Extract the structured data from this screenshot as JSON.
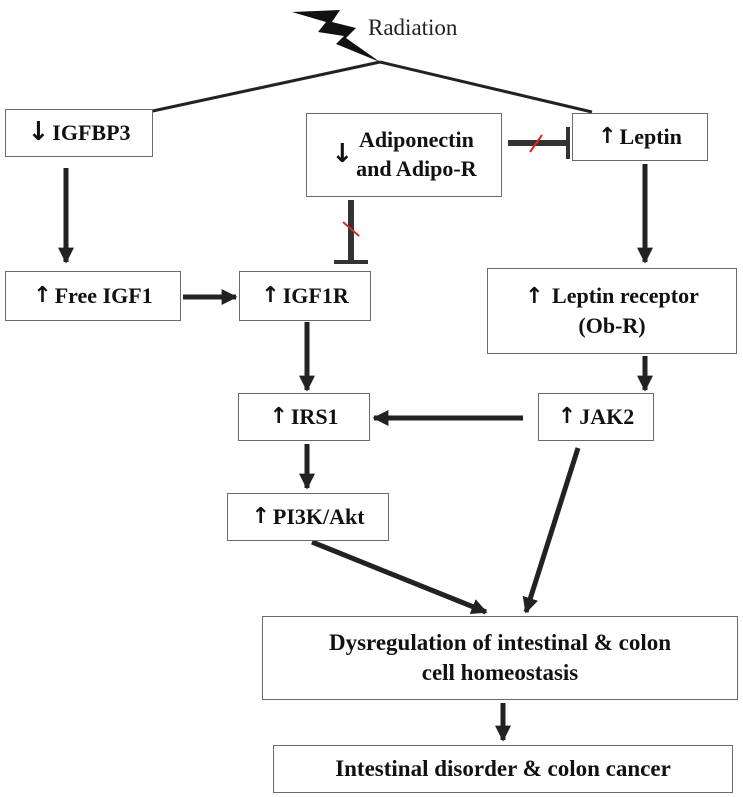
{
  "radiation": {
    "label": "Radiation",
    "icon": "lightning-bolt-icon"
  },
  "nodes": {
    "igfbp3": {
      "arrow": "↓",
      "text": "IGFBP3"
    },
    "adiponectin": {
      "arrow": "↓",
      "line1": "Adiponectin",
      "line2": "and Adipo-R"
    },
    "leptin": {
      "arrow": "↑",
      "text": "Leptin"
    },
    "free_igf1": {
      "arrow": "↑",
      "text": "Free IGF1"
    },
    "igf1r": {
      "arrow": "↑",
      "text": "IGF1R"
    },
    "leptin_receptor": {
      "arrow": "↑",
      "line1": "Leptin receptor",
      "line2": "(Ob-R)"
    },
    "irs1": {
      "arrow": "↑",
      "text": "IRS1"
    },
    "jak2": {
      "arrow": "↑",
      "text": "JAK2"
    },
    "pi3k_akt": {
      "arrow": "↑",
      "text": "PI3K/Akt"
    },
    "dysregulation": {
      "line1": "Dysregulation of intestinal & colon",
      "line2": "cell homeostasis"
    },
    "outcome": {
      "text": "Intestinal disorder & colon cancer"
    }
  },
  "colors": {
    "line": "#222222",
    "border": "#6b6b6b",
    "block_mark": "#e0271f"
  }
}
